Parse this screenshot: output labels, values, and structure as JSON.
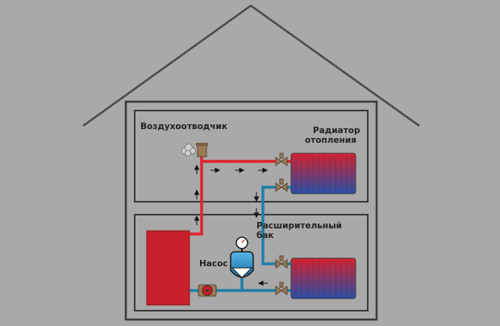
{
  "labels": {
    "air_vent": "Воздухоотводчик",
    "radiator_line1": "Радиатор",
    "radiator_line2": "отопления",
    "tank_line1": "Расширительный",
    "tank_line2": "бак",
    "pump": "Насос"
  },
  "colors": {
    "background": "#a9a9a9",
    "wall": "#3a3a3a",
    "roof": "#4a4a4a",
    "supply_pipe": "#e0232e",
    "return_pipe": "#1e7fa8",
    "boiler": "#c8202a",
    "valve": "#9a7a55",
    "arrow": "#111111"
  },
  "icons": [
    "air-vent-icon",
    "steam-cloud-icon",
    "pressure-gauge-icon",
    "pump-icon",
    "valve-icon",
    "flow-arrow-icon"
  ]
}
